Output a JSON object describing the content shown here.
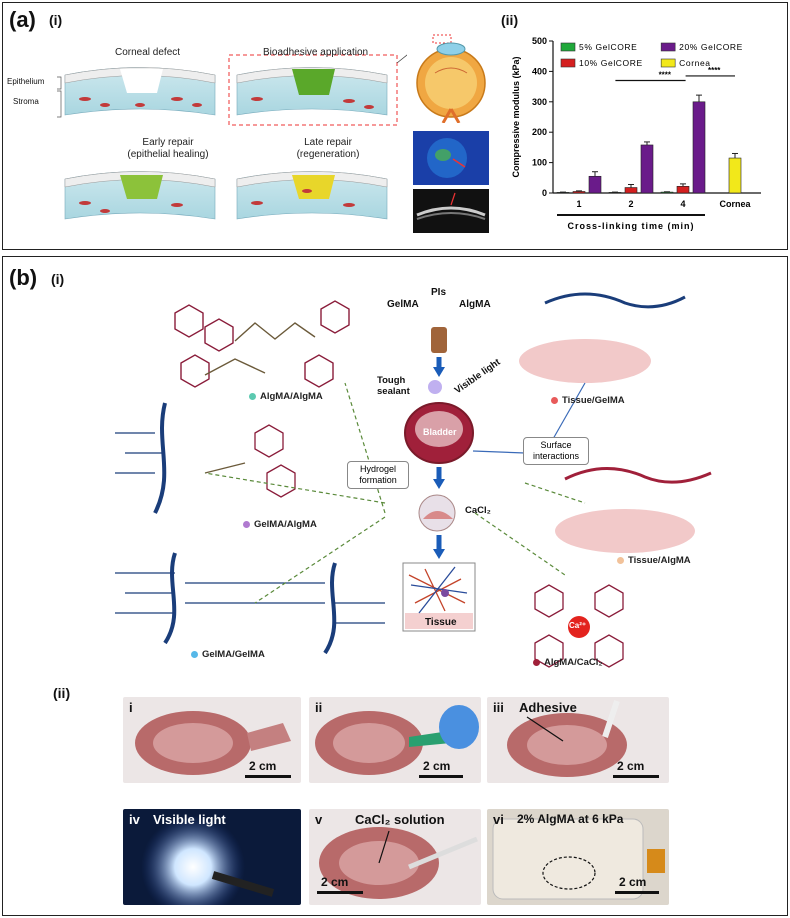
{
  "panel_a": {
    "label": "(a)",
    "sub_i": "(i)",
    "sub_ii": "(ii)",
    "schematics": [
      {
        "title": "Corneal defect"
      },
      {
        "title": "Bioadhesive application"
      },
      {
        "title": "Early repair\n(epithelial healing)"
      },
      {
        "title": "Late repair\n(regeneration)"
      }
    ],
    "layer_labels": {
      "epithelium": "Epithelium",
      "stroma": "Stroma"
    }
  },
  "chart_data": {
    "type": "bar",
    "title": "",
    "xlabel": "Cross-linking time (min)",
    "ylabel": "Compressive modulus (kPa)",
    "ylim": [
      0,
      500
    ],
    "yticks": [
      0,
      100,
      200,
      300,
      400,
      500
    ],
    "categories": [
      "1",
      "2",
      "4",
      "Cornea"
    ],
    "series": [
      {
        "name": "5% GelCORE",
        "color": "#1fa83a",
        "values": [
          2,
          2,
          3,
          null
        ]
      },
      {
        "name": "10% GelCORE",
        "color": "#d41f1f",
        "values": [
          5,
          18,
          22,
          null
        ]
      },
      {
        "name": "20% GelCORE",
        "color": "#6a1b8a",
        "values": [
          55,
          158,
          300,
          null
        ]
      },
      {
        "name": "Cornea",
        "color": "#f2e81a",
        "values": [
          null,
          null,
          null,
          115
        ]
      }
    ],
    "errors": [
      [
        1,
        1,
        1,
        null
      ],
      [
        2,
        10,
        8,
        null
      ],
      [
        15,
        10,
        22,
        null
      ],
      [
        null,
        null,
        null,
        15
      ]
    ],
    "significance": [
      "****",
      "****"
    ],
    "grid": false,
    "legend": "top"
  },
  "panel_b": {
    "label": "(b)",
    "sub_i": "(i)",
    "sub_ii": "(ii)",
    "center": {
      "gelma": "GelMA",
      "pis": "PIs",
      "algma": "AlgMA",
      "tough": "Tough\nsealant",
      "visible": "Visible light",
      "bladder": "Bladder",
      "cacl2": "CaCl₂",
      "tissue": "Tissue"
    },
    "boxes": {
      "hydrogel": "Hydrogel\nformation",
      "surface": "Surface\ninteractions"
    },
    "molecules": [
      {
        "label": "AlgMA/AlgMA",
        "dot": "#5cc9b0"
      },
      {
        "label": "GelMA/AlgMA",
        "dot": "#b07ad0"
      },
      {
        "label": "GelMA/GelMA",
        "dot": "#56b8e8"
      },
      {
        "label": "Tissue/GelMA",
        "dot": "#e85a5a"
      },
      {
        "label": "Tissue/AlgMA",
        "dot": "#f2c29a"
      },
      {
        "label": "AlgMA/CaCl₂",
        "dot": "#a0203a"
      }
    ],
    "ca_ion": "Ca²⁺",
    "photos": [
      {
        "tag": "i",
        "caption": "",
        "scale": "2 cm"
      },
      {
        "tag": "ii",
        "caption": "",
        "scale": "2 cm"
      },
      {
        "tag": "iii",
        "caption": "Adhesive",
        "scale": "2 cm"
      },
      {
        "tag": "iv",
        "caption": "Visible light",
        "scale": ""
      },
      {
        "tag": "v",
        "caption": "CaCl₂ solution",
        "scale": "2 cm"
      },
      {
        "tag": "vi",
        "caption": "2% AlgMA at 6 kPa",
        "scale": "2 cm"
      }
    ]
  }
}
